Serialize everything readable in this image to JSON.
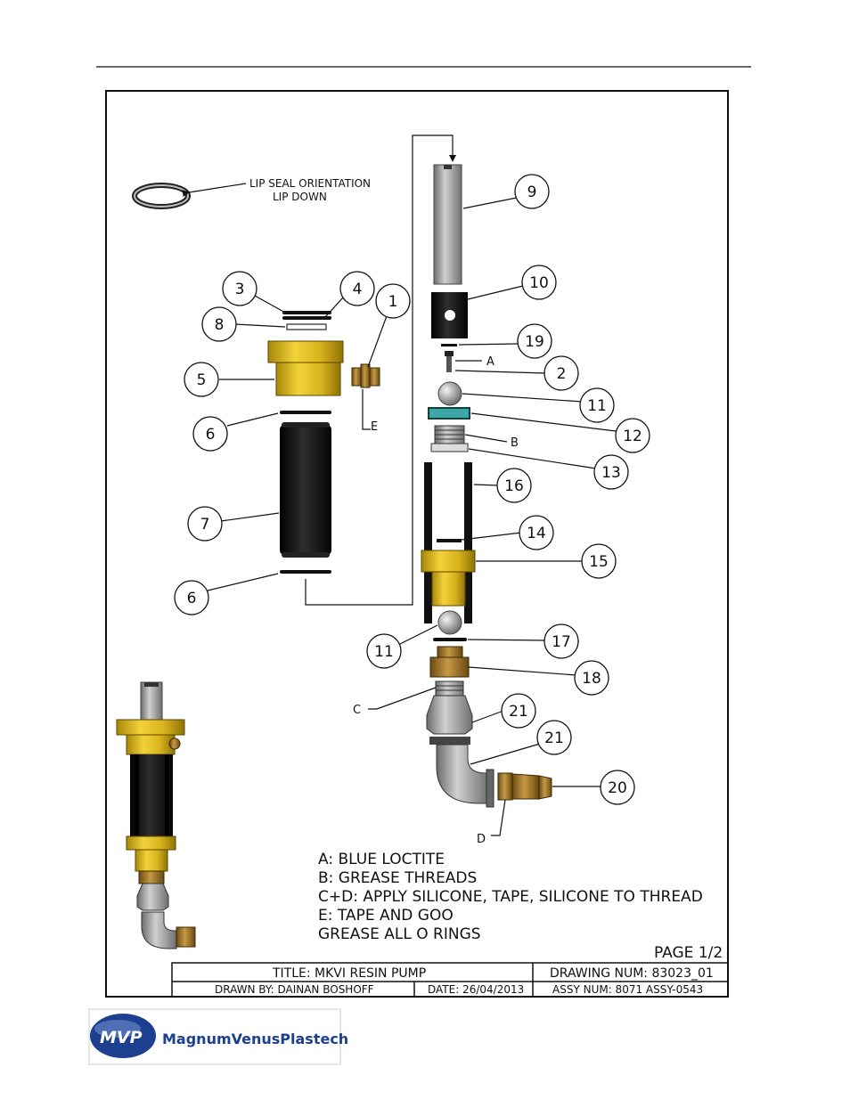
{
  "annotations": {
    "lip_seal_line1": "LIP SEAL ORIENTATION",
    "lip_seal_line2": "LIP DOWN",
    "letter_a": "A",
    "letter_b": "B",
    "letter_c": "C",
    "letter_d": "D",
    "letter_e": "E"
  },
  "callouts": [
    "1",
    "2",
    "3",
    "4",
    "5",
    "6",
    "6",
    "7",
    "8",
    "9",
    "10",
    "11",
    "11",
    "12",
    "13",
    "14",
    "15",
    "16",
    "17",
    "18",
    "19",
    "20",
    "21",
    "21"
  ],
  "notes": [
    "A: BLUE LOCTITE",
    "B: GREASE THREADS",
    "C+D: APPLY SILICONE, TAPE, SILICONE TO THREAD",
    "E: TAPE AND GOO",
    "GREASE ALL O RINGS"
  ],
  "title_block": {
    "page": "PAGE 1/2",
    "title": "TITLE: MKVI RESIN PUMP",
    "drawing_num": "DRAWING NUM: 83023_01",
    "drawn_by": "DRAWN BY: DAINAN BOSHOFF",
    "date": "DATE: 26/04/2013",
    "assy_num": "ASSY NUM: 8071 ASSY-0543"
  },
  "logo": {
    "mark": "MVP",
    "company": "MagnumVenusPlastech"
  },
  "colors": {
    "brass": "#d7b21c",
    "black_part": "#151515",
    "steel": "#9a9a9a",
    "teal_ring": "#3aa7a7",
    "logo_blue": "#1d3f8f"
  }
}
